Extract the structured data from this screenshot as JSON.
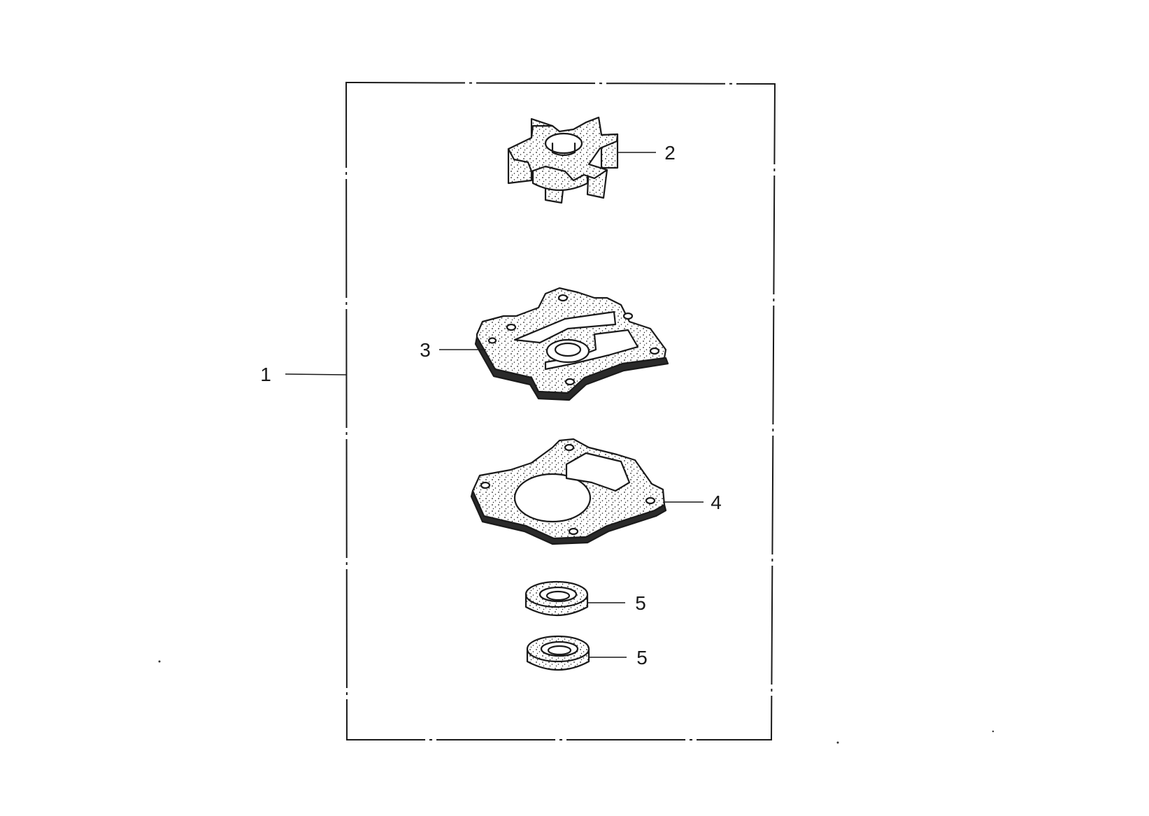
{
  "diagram": {
    "callouts": [
      {
        "id": "kit",
        "label": "1"
      },
      {
        "id": "impeller",
        "label": "2"
      },
      {
        "id": "impeller-plate",
        "label": "3"
      },
      {
        "id": "plate-gasket",
        "label": "4"
      },
      {
        "id": "oil-seal-upper",
        "label": "5"
      },
      {
        "id": "oil-seal-lower",
        "label": "5"
      }
    ]
  },
  "colors": {
    "ink": "#1a1a1a",
    "background": "#ffffff"
  }
}
